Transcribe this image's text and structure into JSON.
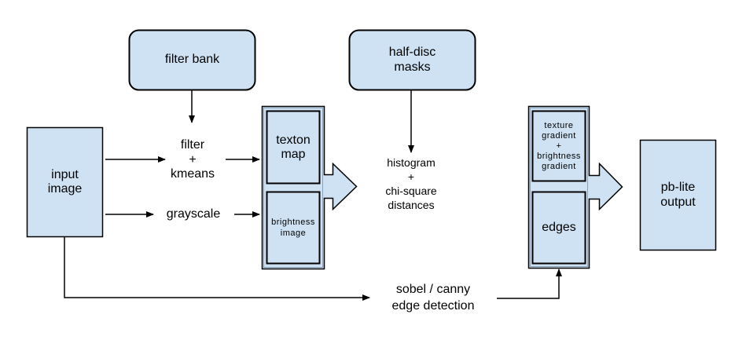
{
  "diagram": {
    "title": "",
    "fill_color": "#cfe2f3",
    "stroke_color": "#000000",
    "nodes": {
      "filter_bank": {
        "label": "filter bank"
      },
      "half_disc_masks": {
        "label_line1": "half-disc",
        "label_line2": "masks"
      },
      "input_image": {
        "label_line1": "input",
        "label_line2": "image"
      },
      "filter_kmeans": {
        "label_line1": "filter",
        "label_line2": "+",
        "label_line3": "kmeans"
      },
      "grayscale": {
        "label": "grayscale"
      },
      "texton_map": {
        "label_line1": "texton",
        "label_line2": "map"
      },
      "brightness_image": {
        "label_line1": "brightness",
        "label_line2": "image"
      },
      "histogram_chi_square": {
        "label_line1": "histogram",
        "label_line2": "+",
        "label_line3": "chi-square",
        "label_line4": "distances"
      },
      "gradients": {
        "label_line1": "texture",
        "label_line2": "gradient",
        "label_line3": "+",
        "label_line4": "brightness",
        "label_line5": "gradient"
      },
      "edges": {
        "label": "edges"
      },
      "pb_lite_output": {
        "label_line1": "pb-lite",
        "label_line2": "output"
      },
      "sobel_canny": {
        "label_line1": "sobel / canny",
        "label_line2": "edge detection"
      }
    },
    "edges": [
      {
        "from": "filter_bank",
        "to": "filter_kmeans"
      },
      {
        "from": "half_disc_masks",
        "to": "histogram_chi_square"
      },
      {
        "from": "input_image",
        "to": "filter_kmeans"
      },
      {
        "from": "input_image",
        "to": "grayscale"
      },
      {
        "from": "filter_kmeans",
        "to": "texton_map"
      },
      {
        "from": "grayscale",
        "to": "brightness_image"
      },
      {
        "from": "texton_map+brightness_image",
        "to": "histogram_chi_square"
      },
      {
        "from": "gradients+edges",
        "to": "pb_lite_output"
      },
      {
        "from": "input_image",
        "to": "sobel_canny"
      },
      {
        "from": "sobel_canny",
        "to": "edges"
      }
    ]
  }
}
